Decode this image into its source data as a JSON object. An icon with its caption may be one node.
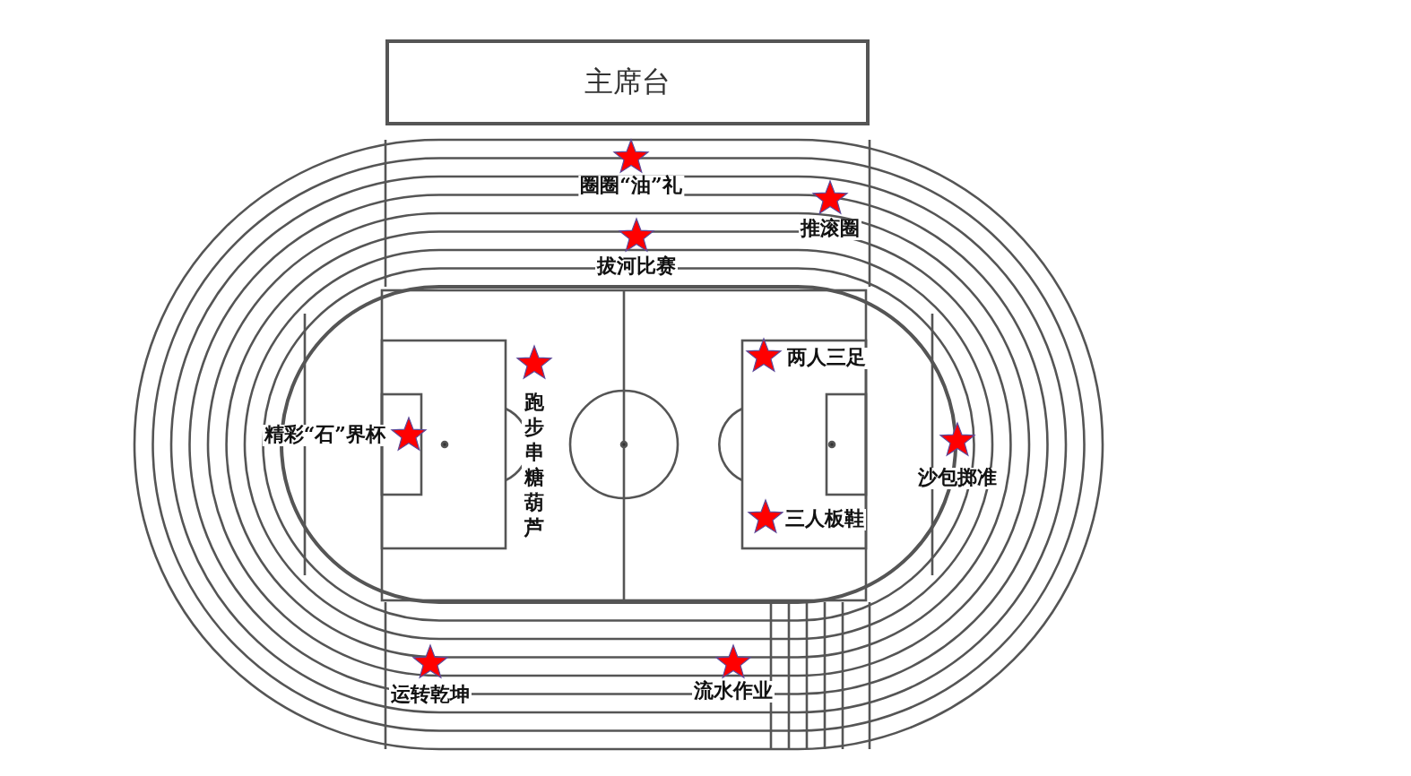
{
  "diagram": {
    "nodes": [
      {
        "text": [
          "主席台"
        ]
      }
    ],
    "labels": [
      "圈圈“油”礼",
      "推滚圈",
      "拔河比赛",
      "跑步串糖葫芦",
      "精彩“石”界杯",
      "两人三足",
      "沙包掷准",
      "三人板鞋",
      "运转乾坤",
      "流水作业"
    ]
  }
}
